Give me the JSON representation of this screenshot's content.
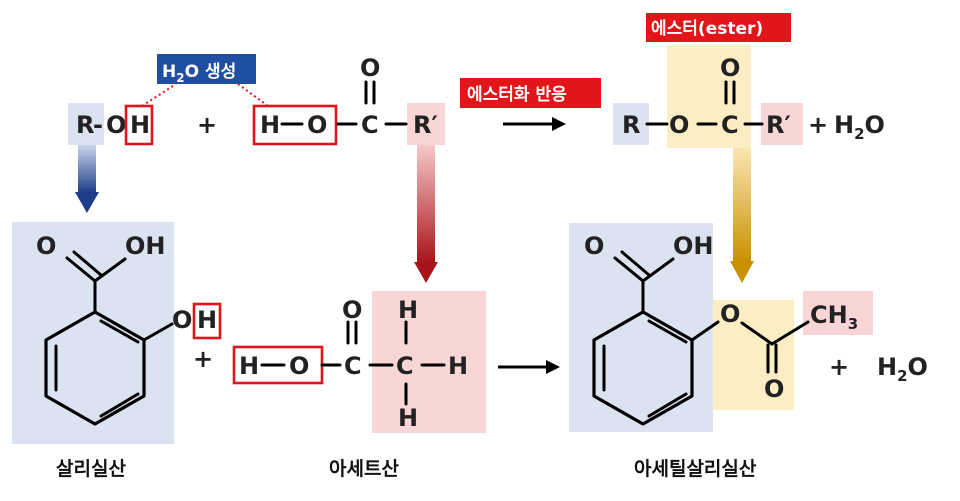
{
  "top": {
    "h2o_badge": {
      "h": "H",
      "sub": "2",
      "o": "O",
      "word": "생성"
    },
    "alcohol": {
      "r": "R",
      "dash": "-",
      "o": "O",
      "h": "H"
    },
    "plus1": "+",
    "acid": {
      "h": "H",
      "o": "O",
      "c": "C",
      "r": "R′",
      "carbonyl_o": "O"
    },
    "reaction_badge": "에스터화 반응",
    "ester_badge": "에스터(ester)",
    "ester": {
      "r": "R",
      "o": "O",
      "c": "C",
      "rp": "R′",
      "carbonyl_o": "O"
    },
    "plus2": "+",
    "water": {
      "h": "H",
      "sub": "2",
      "o": "O"
    }
  },
  "bottom": {
    "salicylic": {
      "o": "O",
      "oh": "OH",
      "phenol_o": "O",
      "phenol_h": "H",
      "caption": "살리실산"
    },
    "plus1": "+",
    "acetic": {
      "h": "H",
      "o": "O",
      "c": "C",
      "ch_c": "C",
      "h_top": "H",
      "h_right": "H",
      "h_bottom": "H",
      "carbonyl_o": "O",
      "caption": "아세트산"
    },
    "aspirin": {
      "o": "O",
      "oh": "OH",
      "ester_o": "O",
      "ch3": "CH",
      "ch3_sub": "3",
      "carbonyl_o": "O",
      "caption": "아세틸살리실산"
    },
    "plus2": "+",
    "water": {
      "h": "H",
      "sub": "2",
      "o": "O"
    }
  },
  "colors": {
    "blue_fill": "#dbe3f1",
    "pink_fill": "#f9d5d6",
    "yellow_fill": "#fcedc5",
    "badge_blue": "#1f4fa0",
    "badge_red": "#e2151a",
    "box_red": "#e0141b"
  }
}
